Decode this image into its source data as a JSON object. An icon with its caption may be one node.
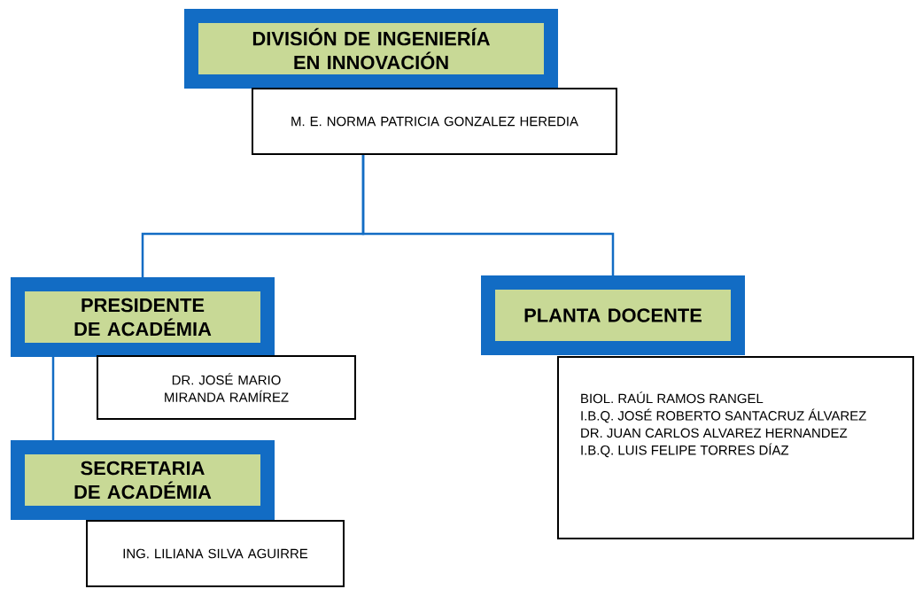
{
  "diagram": {
    "nodes": [
      {
        "text": [
          "DIVISIÓN DE INGENIERÍA EN INNOVACIÓN"
        ]
      },
      {
        "text": [
          "M. E. NORMA PATRICIA GONZALEZ HEREDIA"
        ]
      },
      {
        "text": [
          "PRESIDENTE DE ACADÉMIA"
        ]
      },
      {
        "text": [
          "DR. JOSÉ MARIO MIRANDA RAMÍREZ"
        ]
      },
      {
        "text": [
          "SECRETARIA DE ACADÉMIA"
        ]
      },
      {
        "text": [
          "ING. LILIANA SILVA AGUIRRE"
        ]
      },
      {
        "text": [
          "PLANTA DOCENTE"
        ]
      },
      {
        "text": [
          "BIOL. RAÚL RAMOS RANGEL",
          "I.B.Q. JOSÉ ROBERTO SANTACRUZ ÁLVAREZ",
          "DR. JUAN CARLOS ALVAREZ HERNANDEZ",
          "I.B.Q. LUIS FELIPE TORRES DÍAZ"
        ]
      }
    ],
    "edges": [
      {
        "from": 1,
        "to": 2,
        "arrow": "none"
      },
      {
        "from": 1,
        "to": 6,
        "arrow": "none"
      },
      {
        "from": 2,
        "to": 4,
        "arrow": "none"
      }
    ]
  }
}
